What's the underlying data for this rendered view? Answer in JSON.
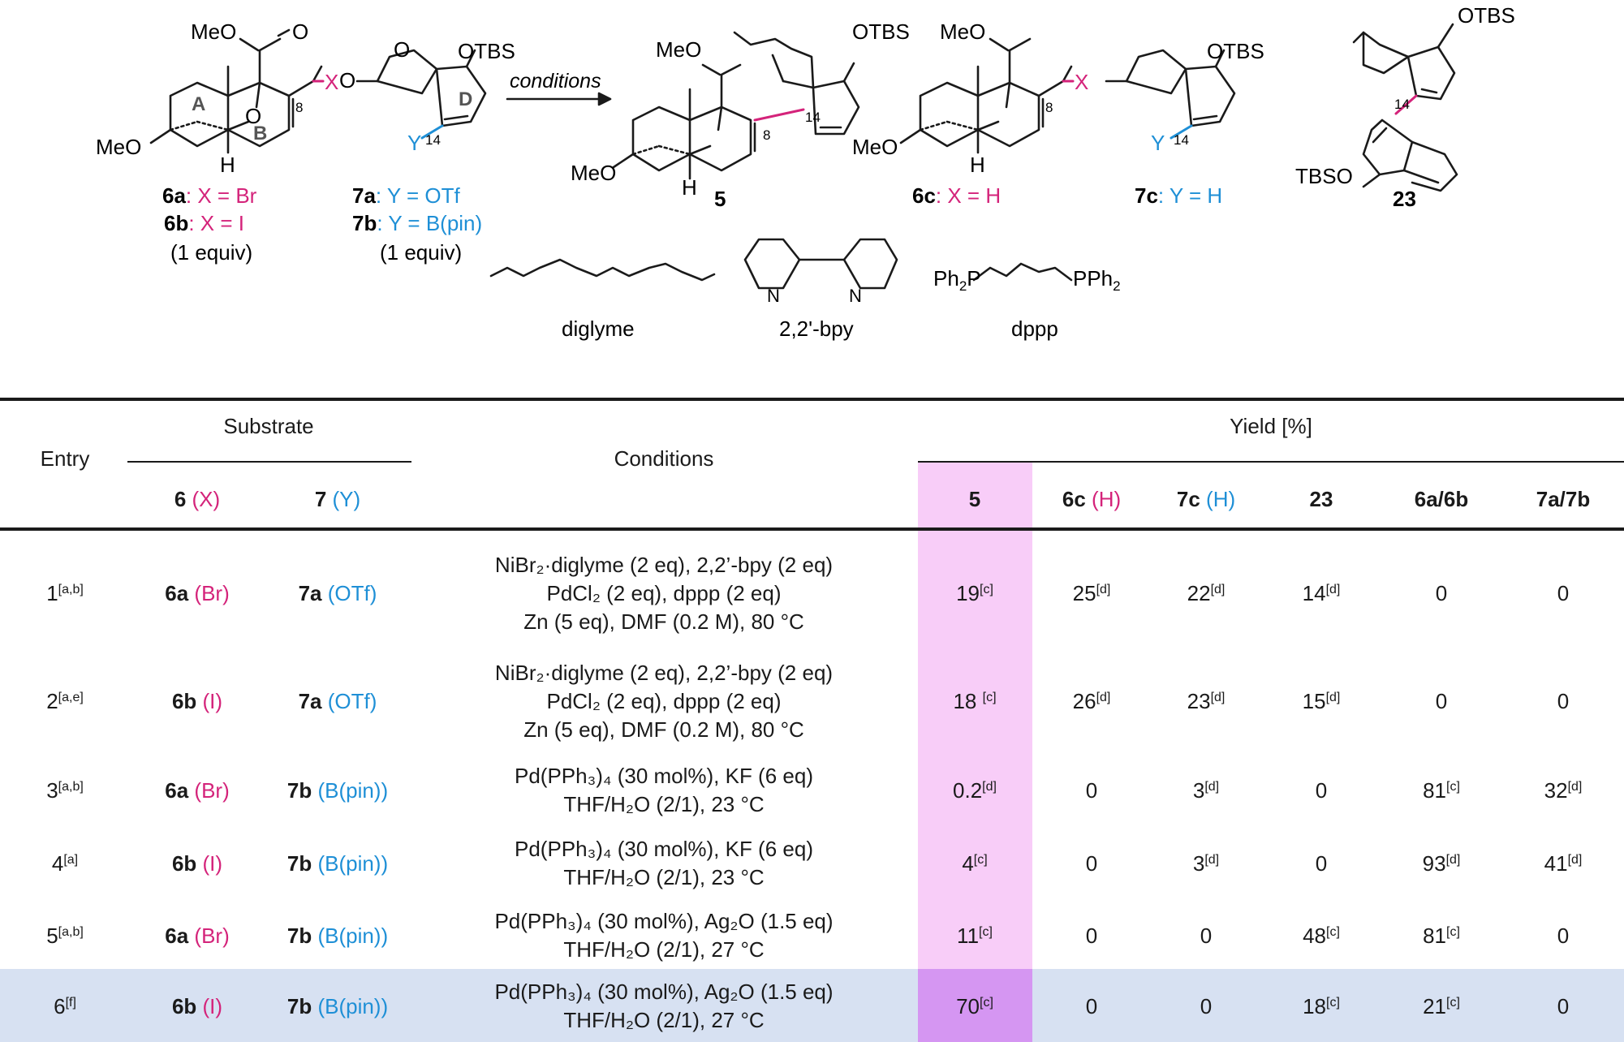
{
  "scheme": {
    "arrow_label": "conditions",
    "compound_6": {
      "ome_ester": "MeO",
      "ome_ring": "MeO",
      "h": "H",
      "x": "X",
      "c8": "8",
      "ring_a": "A",
      "ring_b": "B",
      "o": "O"
    },
    "compound_7": {
      "otbs": "OTBS",
      "o_lactone": "O",
      "o_carbonyl": "O",
      "y": "Y",
      "c14": "14",
      "ring_d": "D"
    },
    "compound_5": {
      "number": "5",
      "ome_ester": "MeO",
      "ome_ring": "MeO",
      "h": "H",
      "otbs": "OTBS",
      "c8": "8",
      "c14": "14"
    },
    "compound_6c": {
      "x": "X",
      "c8": "8",
      "otbs": "",
      "h": "H"
    },
    "compound_7c": {
      "y": "Y",
      "c14": "14",
      "otbs": "OTBS"
    },
    "compound_23": {
      "number": "23",
      "otbs": "OTBS",
      "tbso": "TBSO",
      "c14": "14"
    },
    "labels": {
      "l6a_id": "6a",
      "l6a_eq": ": X = Br",
      "l6b_id": "6b",
      "l6b_eq": ": X = I",
      "l6_equiv": "(1 equiv)",
      "l7a_id": "7a",
      "l7a_eq": ": Y = OTf",
      "l7b_id": "7b",
      "l7b_eq": ": Y = B(pin)",
      "l7_equiv": "(1 equiv)",
      "l6c_id": "6c",
      "l6c_eq": ": X = H",
      "l7c_id": "7c",
      "l7c_eq": ": Y = H"
    },
    "reagents": {
      "diglyme": "diglyme",
      "bpy": "2,2'-bpy",
      "dppp": "dppp",
      "dppp_ph2p": "Ph",
      "dppp_pph2": "PPh",
      "n": "N"
    }
  },
  "table": {
    "headers": {
      "entry": "Entry",
      "substrate": "Substrate",
      "conditions": "Conditions",
      "yield": "Yield [%]",
      "col6": "6",
      "col6_sub": "(X)",
      "col7": "7",
      "col7_sub": "(Y)",
      "y5": "5",
      "y6c": "6c",
      "y6c_sub": "(H)",
      "y7c": "7c",
      "y7c_sub": "(H)",
      "y23": "23",
      "y6ab": "6a/6b",
      "y7ab": "7a/7b"
    },
    "rows": [
      {
        "entry": "1",
        "entry_sup": "[a,b]",
        "s6": "6a",
        "s6x": "(Br)",
        "s7": "7a",
        "s7y": "(OTf)",
        "cond": [
          "NiBr₂·diglyme (2 eq), 2,2’-bpy (2 eq)",
          "PdCl₂ (2 eq), dppp (2 eq)",
          "Zn (5 eq), DMF (0.2 M), 80 °C"
        ],
        "y5": "19",
        "y5_sup": "[c]",
        "y6c": "25",
        "y6c_sup": "[d]",
        "y7c": "22",
        "y7c_sup": "[d]",
        "y23": "14",
        "y23_sup": "[d]",
        "y6ab": "0",
        "y6ab_sup": "",
        "y7ab": "0",
        "y7ab_sup": ""
      },
      {
        "entry": "2",
        "entry_sup": "[a,e]",
        "s6": "6b",
        "s6x": "(I)",
        "s7": "7a",
        "s7y": "(OTf)",
        "cond": [
          "NiBr₂·diglyme (2 eq), 2,2’-bpy (2 eq)",
          "PdCl₂ (2 eq), dppp (2 eq)",
          "Zn (5 eq), DMF (0.2 M), 80 °C"
        ],
        "y5": "18 ",
        "y5_sup": "[c]",
        "y6c": "26",
        "y6c_sup": "[d]",
        "y7c": "23",
        "y7c_sup": "[d]",
        "y23": "15",
        "y23_sup": "[d]",
        "y6ab": "0",
        "y6ab_sup": "",
        "y7ab": "0",
        "y7ab_sup": ""
      },
      {
        "entry": "3",
        "entry_sup": "[a,b]",
        "s6": "6a",
        "s6x": "(Br)",
        "s7": "7b",
        "s7y": "(B(pin))",
        "cond": [
          "Pd(PPh₃)₄ (30 mol%), KF (6 eq)",
          "THF/H₂O (2/1), 23 °C"
        ],
        "y5": "0.2",
        "y5_sup": "[d]",
        "y6c": "0",
        "y6c_sup": "",
        "y7c": "3",
        "y7c_sup": "[d]",
        "y23": "0",
        "y23_sup": "",
        "y6ab": "81",
        "y6ab_sup": "[c]",
        "y7ab": "32",
        "y7ab_sup": "[d]"
      },
      {
        "entry": "4",
        "entry_sup": "[a]",
        "s6": "6b",
        "s6x": "(I)",
        "s7": "7b",
        "s7y": "(B(pin))",
        "cond": [
          "Pd(PPh₃)₄ (30 mol%), KF (6 eq)",
          "THF/H₂O (2/1), 23 °C"
        ],
        "y5": "4",
        "y5_sup": "[c]",
        "y6c": "0",
        "y6c_sup": "",
        "y7c": "3",
        "y7c_sup": "[d]",
        "y23": "0",
        "y23_sup": "",
        "y6ab": "93",
        "y6ab_sup": "[d]",
        "y7ab": "41",
        "y7ab_sup": "[d]"
      },
      {
        "entry": "5",
        "entry_sup": "[a,b]",
        "s6": "6a",
        "s6x": "(Br)",
        "s7": "7b",
        "s7y": "(B(pin))",
        "cond": [
          "Pd(PPh₃)₄ (30 mol%), Ag₂O (1.5 eq)",
          "THF/H₂O (2/1), 27 °C"
        ],
        "y5": "11",
        "y5_sup": "[c]",
        "y6c": "0",
        "y6c_sup": "",
        "y7c": "0",
        "y7c_sup": "",
        "y23": "48",
        "y23_sup": "[c]",
        "y6ab": "81",
        "y6ab_sup": "[c]",
        "y7ab": "0",
        "y7ab_sup": ""
      },
      {
        "entry": "6",
        "entry_sup": "[f]",
        "s6": "6b",
        "s6x": "(I)",
        "s7": "7b",
        "s7y": "(B(pin))",
        "cond": [
          "Pd(PPh₃)₄ (30 mol%), Ag₂O (1.5 eq)",
          "THF/H₂O (2/1), 27 °C"
        ],
        "y5": "70",
        "y5_sup": "[c]",
        "y6c": "0",
        "y6c_sup": "",
        "y7c": "0",
        "y7c_sup": "",
        "y23": "18",
        "y23_sup": "[c]",
        "y6ab": "21",
        "y6ab_sup": "[c]",
        "y7ab": "0",
        "y7ab_sup": ""
      }
    ]
  },
  "colors": {
    "x_group": "#d4237a",
    "y_group": "#1e8fd6",
    "highlight_col": "#f8cdf8",
    "highlight_row": "#d7e1f2",
    "highlight_cell": "#d596f2"
  }
}
